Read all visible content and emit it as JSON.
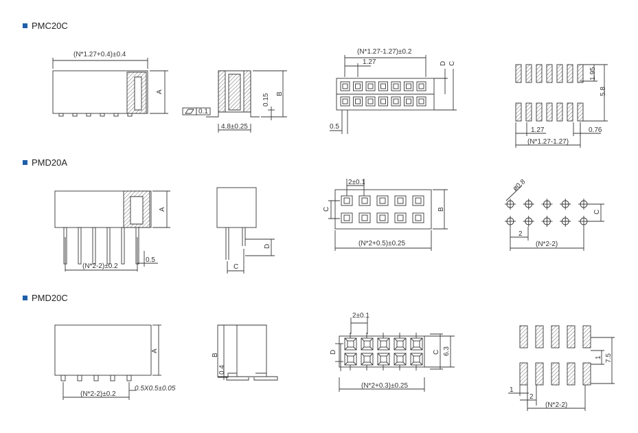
{
  "sections": [
    {
      "title": "PMC20C",
      "labels": {
        "width_dim": "(N*1.27+0.4)±0.4",
        "height_a": "A",
        "height_b": "B",
        "flatness": "0.1",
        "coplanarity": "0.15",
        "body_width": "4.8±0.25",
        "pitch_span": "(N*1.27-1.27)±0.2",
        "pitch": "1.27",
        "dim_d": "D",
        "dim_c": "C",
        "pin_width": "0.5",
        "pad_len": "1.95",
        "pad_span": "5.8",
        "pad_pitch": "1.27",
        "pad_width": "0.76",
        "pad_total": "(N*1.27-1.27)"
      }
    },
    {
      "title": "PMD20A",
      "labels": {
        "height_a": "A",
        "pin_span": "(N*2-2)±0.2",
        "pin_w": "0.5",
        "dim_d": "D",
        "dim_c": "C",
        "pitch": "2±0.1",
        "dim_b": "B",
        "top_width": "(N*2+0.5)±0.25",
        "hole": "ø0.8",
        "hole_pitch": "2",
        "hole_span": "(N*2-2)"
      }
    },
    {
      "title": "PMD20C",
      "labels": {
        "height_a": "A",
        "pin_span": "(N*2-2)±0.2",
        "pin_size": "0.5X0.5±0.05",
        "dim_b": "B",
        "tail": "0.4",
        "pitch": "2±0.1",
        "dim_d": "D",
        "dim_c": "C",
        "row_w": "6.3",
        "top_width": "(N*2+0.3)±0.25",
        "pad_gap": "1",
        "pad_span": "7.5",
        "pad_w": "1",
        "pad_pitch": "2",
        "pad_total": "(N*2-2)"
      }
    }
  ]
}
